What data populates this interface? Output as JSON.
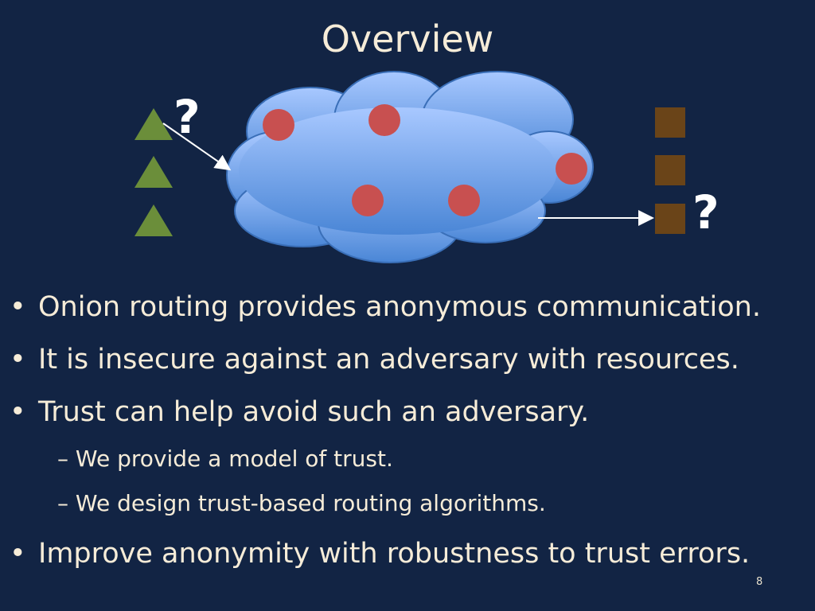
{
  "slide": {
    "title": "Overview",
    "page_number": "8"
  },
  "diagram": {
    "left_question": "?",
    "right_question": "?",
    "colors": {
      "background": "#122444",
      "cloud_top": "#a8c8ff",
      "cloud_bottom": "#4a86d6",
      "node": "#c85050",
      "triangle": "#6b8e3a",
      "square": "#6a4418",
      "arrow": "#ffffff"
    }
  },
  "bullets": {
    "items": [
      "Onion routing provides anonymous communication.",
      "It is insecure against an adversary with resources.",
      "Trust can help avoid such an adversary."
    ],
    "sub_items": [
      "We provide a model of trust.",
      "We design trust-based routing algorithms."
    ],
    "final": "Improve anonymity with robustness to trust errors."
  }
}
